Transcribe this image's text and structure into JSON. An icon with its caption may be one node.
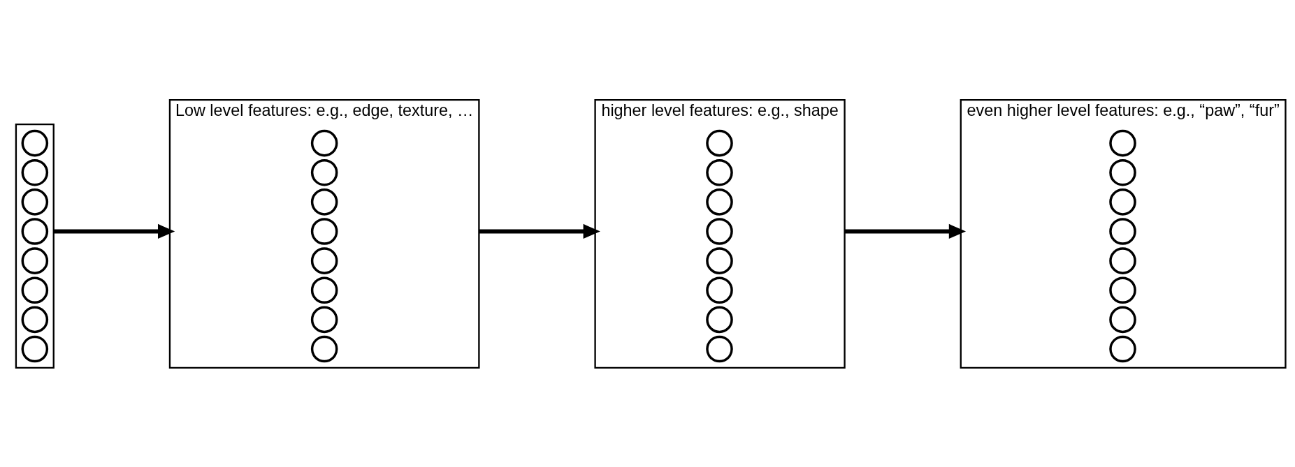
{
  "diagram": {
    "nodes": [
      {
        "text": [],
        "shape": "bar"
      },
      {
        "text": [],
        "shape": "circle",
        "in": 0
      },
      {
        "text": [],
        "shape": "circle",
        "in": 0
      },
      {
        "text": [],
        "shape": "circle",
        "in": 0
      },
      {
        "text": [],
        "shape": "circle",
        "in": 0
      },
      {
        "text": [],
        "shape": "circle",
        "in": 0
      },
      {
        "text": [],
        "shape": "circle",
        "in": 0
      },
      {
        "text": [],
        "shape": "circle",
        "in": 0
      },
      {
        "text": [],
        "shape": "circle",
        "in": 0
      },
      {
        "text": [
          "Low level features: e.g., edge, texture, …"
        ]
      },
      {
        "text": [],
        "shape": "circle",
        "in": 9
      },
      {
        "text": [],
        "shape": "circle",
        "in": 9
      },
      {
        "text": [],
        "shape": "circle",
        "in": 9
      },
      {
        "text": [],
        "shape": "circle",
        "in": 9
      },
      {
        "text": [],
        "shape": "circle",
        "in": 9
      },
      {
        "text": [],
        "shape": "circle",
        "in": 9
      },
      {
        "text": [],
        "shape": "circle",
        "in": 9
      },
      {
        "text": [],
        "shape": "circle",
        "in": 9
      },
      {
        "text": [
          "higher level features: e.g., shape"
        ]
      },
      {
        "text": [],
        "shape": "circle",
        "in": 18
      },
      {
        "text": [],
        "shape": "circle",
        "in": 18
      },
      {
        "text": [],
        "shape": "circle",
        "in": 18
      },
      {
        "text": [],
        "shape": "circle",
        "in": 18
      },
      {
        "text": [],
        "shape": "circle",
        "in": 18
      },
      {
        "text": [],
        "shape": "circle",
        "in": 18
      },
      {
        "text": [],
        "shape": "circle",
        "in": 18
      },
      {
        "text": [],
        "shape": "circle",
        "in": 18
      },
      {
        "text": [
          "even higher level features: e.g., “paw”, “fur”"
        ]
      },
      {
        "text": [],
        "shape": "circle",
        "in": 27
      },
      {
        "text": [],
        "shape": "circle",
        "in": 27
      },
      {
        "text": [],
        "shape": "circle",
        "in": 27
      },
      {
        "text": [],
        "shape": "circle",
        "in": 27
      },
      {
        "text": [],
        "shape": "circle",
        "in": 27
      },
      {
        "text": [],
        "shape": "circle",
        "in": 27
      },
      {
        "text": [],
        "shape": "circle",
        "in": 27
      },
      {
        "text": [],
        "shape": "circle",
        "in": 27
      }
    ],
    "edges": [
      {
        "from": 0,
        "to": 9,
        "arrow": "to"
      },
      {
        "from": 9,
        "to": 18,
        "arrow": "to"
      },
      {
        "from": 18,
        "to": 27,
        "arrow": "to"
      }
    ]
  }
}
